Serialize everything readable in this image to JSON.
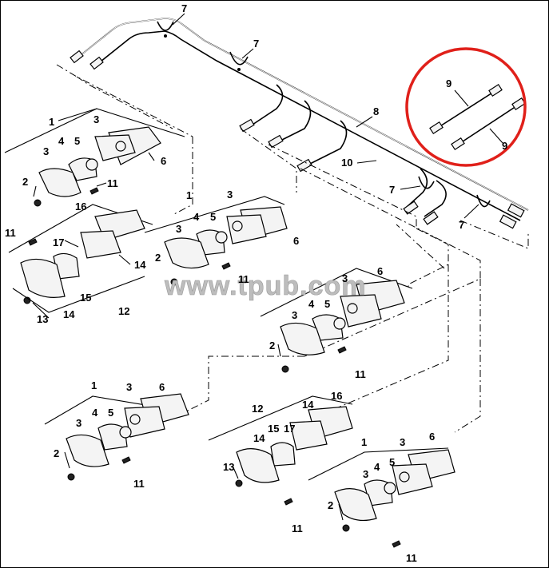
{
  "watermark": "www.tpub.com",
  "highlight_color": "#e0201a",
  "callouts": {
    "c1": "1",
    "c2": "2",
    "c3": "3",
    "c4": "4",
    "c5": "5",
    "c6": "6",
    "c7": "7",
    "c8": "8",
    "c9": "9",
    "c10": "10",
    "c11": "11",
    "c12": "12",
    "c13": "13",
    "c14": "14",
    "c15": "15",
    "c16": "16",
    "c17": "17"
  }
}
